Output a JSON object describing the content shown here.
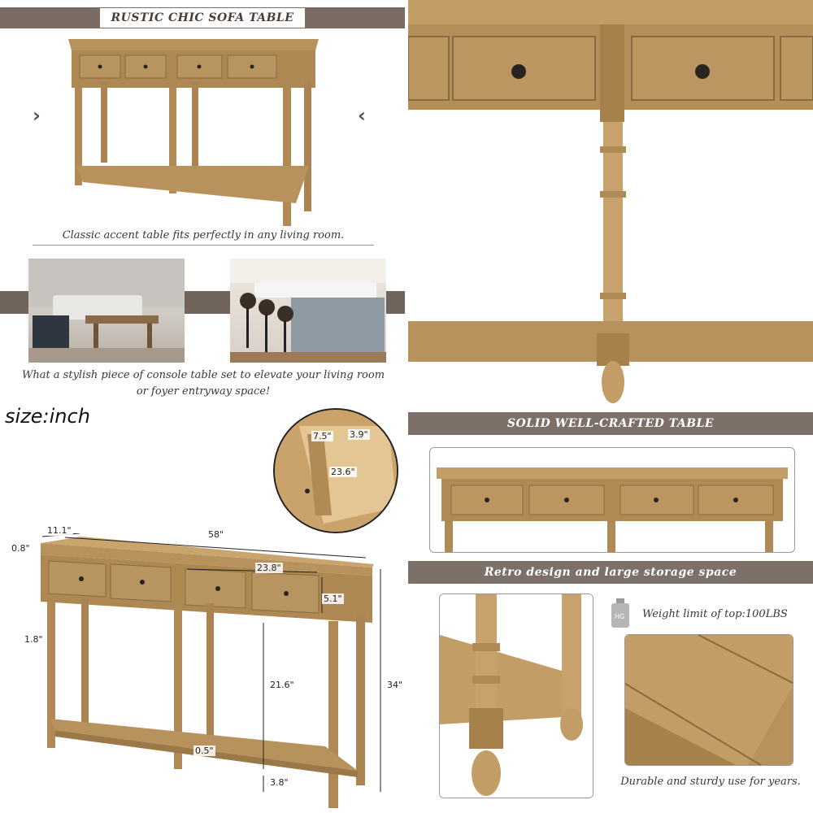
{
  "panel1": {
    "title": "RUSTIC CHIC SOFA TABLE",
    "caption": "Classic accent table fits perfectly in any living room."
  },
  "panel2": {
    "caption_line1": "What a stylish piece of console table set to elevate your living room",
    "caption_line2": "or foyer entryway space!"
  },
  "panel3": {
    "size_label": "size:inch",
    "dims": {
      "depth": "11.1\"",
      "width": "58\"",
      "top_thickness": "0.8\"",
      "drawer_width": "23.8\"",
      "drawer_height": "5.1\"",
      "apron": "1.8\"",
      "inner_height": "21.6\"",
      "total_height": "34\"",
      "shelf": "0.5\"",
      "clearance": "3.8\"",
      "drawer_inner_w": "7.5\"",
      "drawer_inner_h": "3.9\"",
      "drawer_depth": "23.6\""
    }
  },
  "panel5": {
    "title": "SOLID WELL-CRAFTED TABLE"
  },
  "panel6": {
    "title": "Retro design and large storage space",
    "weight_text": "Weight limit of top:100LBS",
    "weight_icon_text": "HG",
    "caption": "Durable and sturdy use for years."
  },
  "colors": {
    "band": "#7a6c63",
    "wood": "#b8925c",
    "wood_dark": "#8a6a3e"
  }
}
